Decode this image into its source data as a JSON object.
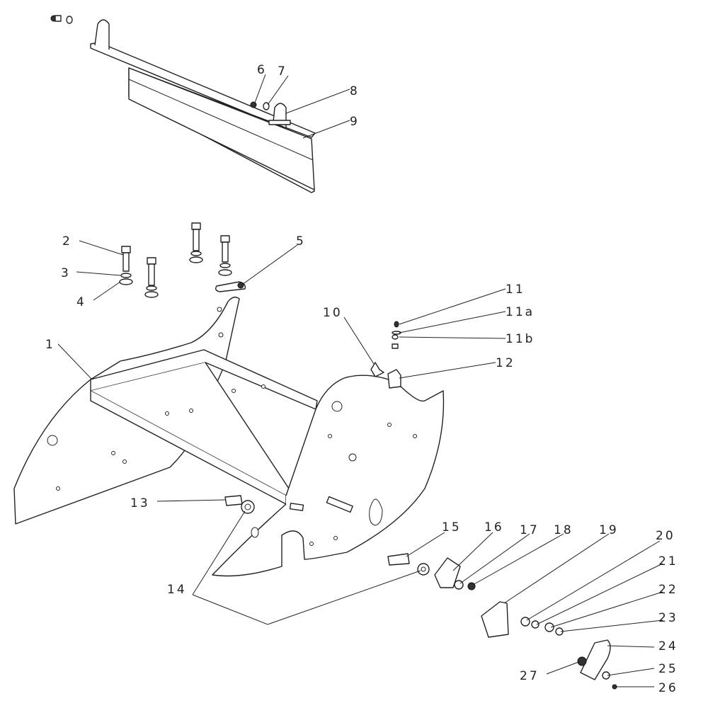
{
  "diagram": {
    "type": "exploded parts view",
    "labels": [
      "1",
      "2",
      "3",
      "4",
      "5",
      "6",
      "7",
      "8",
      "9",
      "10",
      "11",
      "11a",
      "11b",
      "12",
      "13",
      "14",
      "15",
      "16",
      "17",
      "18",
      "19",
      "20",
      "21",
      "22",
      "23",
      "24",
      "25",
      "26",
      "27"
    ]
  }
}
